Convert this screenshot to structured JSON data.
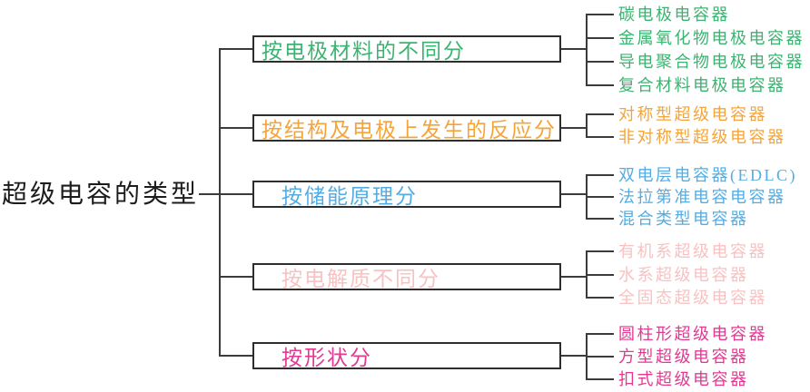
{
  "root": {
    "label": "超级电容的类型"
  },
  "colors": {
    "line": "#3b3b3b",
    "root_text": "#1c1c1c",
    "box_border": "#2e2e2e",
    "green": "#3CB371",
    "orange": "#F5A43A",
    "blue": "#54ADE2",
    "pink": "#F8C2C2",
    "magenta": "#E23A92"
  },
  "branches": [
    {
      "id": "electrode-material",
      "label": "按电极材料的不同分",
      "color": "#3CB371",
      "items": [
        "碳电极电容器",
        "金属氧化物电极电容器",
        "导电聚合物电极电容器",
        "复合材料电极电容器"
      ]
    },
    {
      "id": "structure-reaction",
      "label": "按结构及电极上发生的反应分",
      "color": "#F5A43A",
      "items": [
        "对称型超级电容器",
        "非对称型超级电容器"
      ]
    },
    {
      "id": "energy-storage-principle",
      "label": "按储能原理分",
      "color": "#54ADE2",
      "items": [
        "双电层电容器(EDLC)",
        "法拉第准电容电容器",
        "混合类型电容器"
      ]
    },
    {
      "id": "electrolyte",
      "label": "按电解质不同分",
      "color": "#F8C2C2",
      "items": [
        "有机系超级电容器",
        "水系超级电容器",
        "全固态超级电容器"
      ]
    },
    {
      "id": "shape",
      "label": "按形状分",
      "color": "#E23A92",
      "items": [
        "圆柱形超级电容器",
        "方型超级电容器",
        "扣式超级电容器"
      ]
    }
  ]
}
